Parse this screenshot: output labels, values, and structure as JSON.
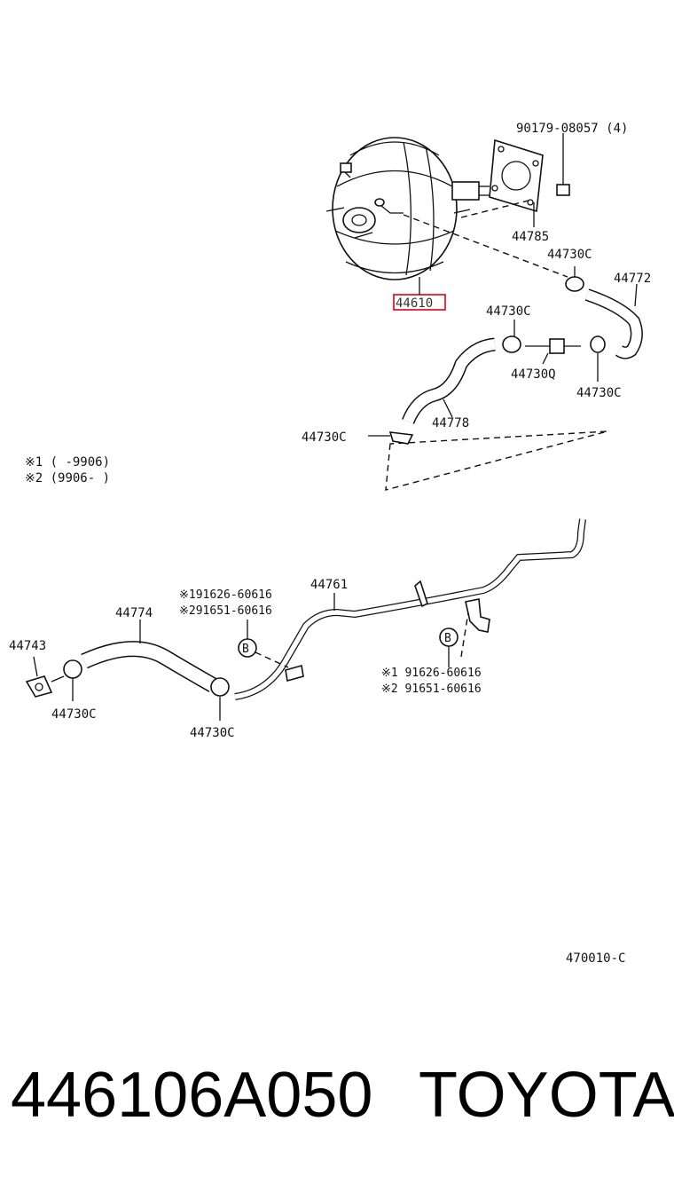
{
  "parts": {
    "p90179": "90179-08057 (4)",
    "p44785": "44785",
    "p44730c_a": "44730C",
    "p44772": "44772",
    "p44610": "44610",
    "p44730c_b": "44730C",
    "p44730q": "44730Q",
    "p44730c_c": "44730C",
    "p44778": "44778",
    "p44730c_d": "44730C",
    "p44761": "44761",
    "p44774": "44774",
    "p44743": "44743",
    "p44730c_e": "44730C",
    "p44730c_f": "44730C"
  },
  "notes": {
    "note1": "※1 (       -9906)",
    "note2": "※2 (9906-       )",
    "left_bolt_1": "※191626-60616",
    "left_bolt_2": "※291651-60616",
    "right_bolt_1": "※1 91626-60616",
    "right_bolt_2": "※2 91651-60616",
    "marker_b_left": "B",
    "marker_b_right": "B"
  },
  "diagram_code": "470010-C",
  "footer": {
    "part_number": "446106A050",
    "brand": "TOYOTA"
  },
  "colors": {
    "highlight": "#e0000f",
    "ink": "#111111"
  }
}
